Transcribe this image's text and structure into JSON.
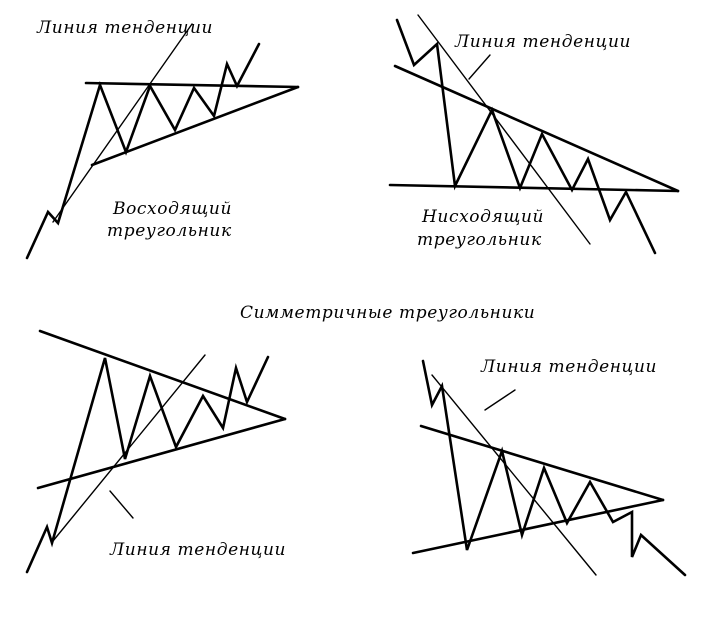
{
  "colors": {
    "ink": "#000000",
    "paper": "#ffffff"
  },
  "diagrams": {
    "ascending": {
      "trendline_label": "Линия тенденции",
      "name_line1": "Восходящий",
      "name_line2": "треугольник"
    },
    "descending": {
      "trendline_label": "Линия тенденции",
      "name_line1": "Нисходящий",
      "name_line2": "треугольник"
    },
    "symmetric_heading": "Симметричные треугольники",
    "symmetric_bullish": {
      "trendline_label": "Линия тенденции"
    },
    "symmetric_bearish": {
      "trendline_label": "Линия тенденции"
    }
  }
}
